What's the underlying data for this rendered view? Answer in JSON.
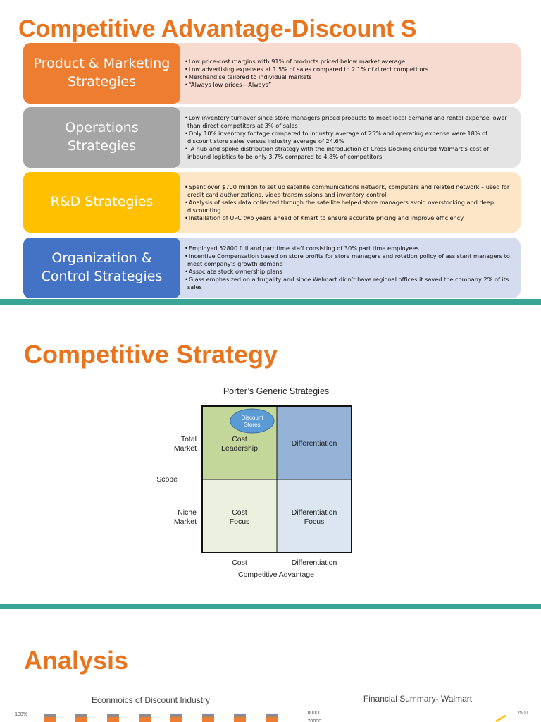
{
  "slide1": {
    "title": "Competitive Advantage-Discount S",
    "rows": [
      {
        "label": "Product & Marketing Strategies",
        "bullets": [
          "Low price-cost margins with 91% of products priced below market average",
          "Low advertising expenses at 1.5% of sales compared to 2.1% of direct competitors",
          "Merchandise tailored to individual markets",
          "“Always low prices---Always”"
        ]
      },
      {
        "label": "Operations Strategies",
        "bullets": [
          "Low inventory turnover since store managers priced products to meet local demand and rental expense lower than direct competitors at 3% of sales",
          "Only 10% inventory footage compared to industry average of 25% and operating expense were 18% of discount store sales versus industry average of 24.6%",
          " A hub and spoke distribution strategy with the introduction of Cross Docking ensured Walmart’s cost of inbound logistics to be only 3.7% compared to 4.8% of competitors"
        ]
      },
      {
        "label": "R&D Strategies",
        "bullets": [
          "Spent over $700 million to set up satellite communications network, computers and related network – used for credit card authorizations, video transmissions and inventory control",
          "Analysis of sales data collected through the satellite helped store managers avoid overstocking and deep discounting",
          "Installation of UPC two years ahead of Kmart to ensure accurate pricing and improve efficiency"
        ]
      },
      {
        "label": "Organization & Control Strategies",
        "bullets": [
          "Employed 52800 full and part time staff consisting of 30% part time employees",
          "Incentive Compensation based on store profits for store managers and rotation policy of assistant managers to meet company’s growth demand",
          "Associate stock ownership plans",
          "Glass emphasized on a frugality and since Walmart didn’t have regional offices it saved the company 2% of its sales"
        ]
      }
    ]
  },
  "slide2": {
    "title": "Competitive Strategy",
    "diagram": {
      "title": "Porter’s Generic Strategies",
      "row_labels": [
        "Total Market",
        "Niche Market"
      ],
      "scope_label": "Scope",
      "col_labels": [
        "Cost",
        "Differentiation"
      ],
      "axis_label": "Competitive Advantage",
      "cells": [
        "Cost Leadership",
        "Differentiation",
        "Cost Focus",
        "Differentiation Focus"
      ],
      "bubble": "Discount Stores",
      "colors": {
        "cost_leadership": "#c4d79b",
        "differentiation": "#95b3d7",
        "cost_focus": "#ebf1de",
        "differentiation_focus": "#dce6f1"
      }
    }
  },
  "slide3": {
    "title": "Analysis",
    "left_chart": {
      "title": "Econmoics of Discount Industry",
      "y_tick": "100%"
    },
    "right_chart": {
      "title": "Financial Summary- Walmart",
      "y_ticks": [
        "80000",
        "70000"
      ],
      "y2_tick": "2500"
    }
  },
  "colors": {
    "accent_orange": "#e8741e",
    "divider_teal": "#3aa597"
  }
}
